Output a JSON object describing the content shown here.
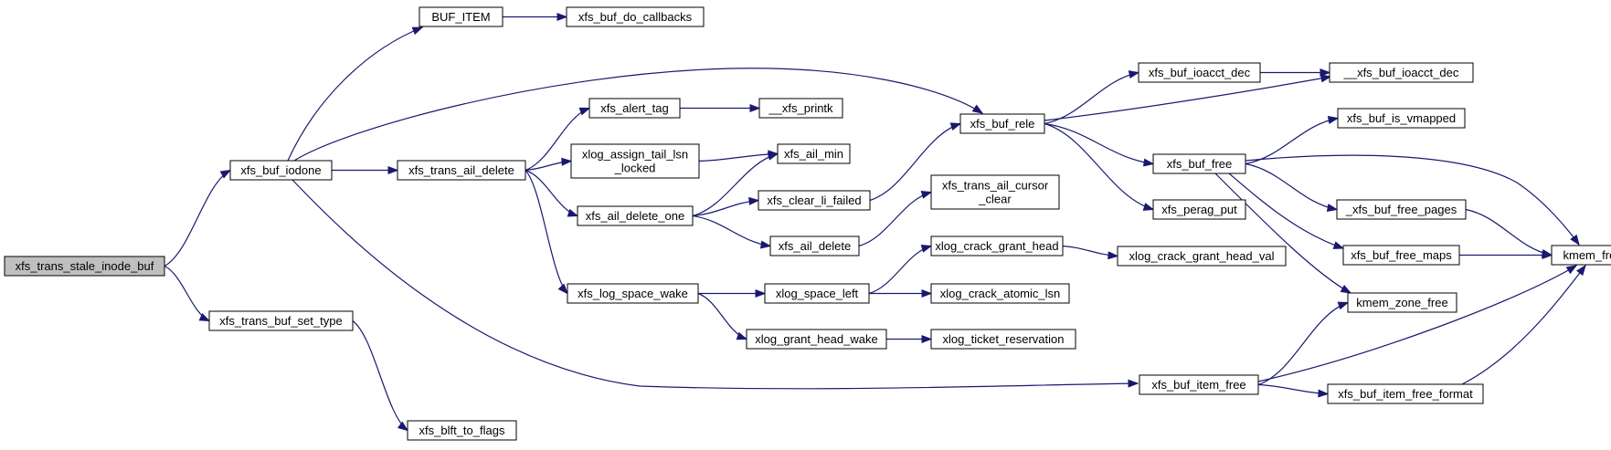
{
  "colors": {
    "edge": "#191970",
    "root_fill": "#bfbfbf",
    "node_fill": "#ffffff",
    "border": "#000000"
  },
  "nodes": [
    {
      "id": "n_root",
      "lines": [
        "xfs_trans_stale_inode_buf"
      ],
      "root": true
    },
    {
      "id": "n_buf_iodone",
      "lines": [
        "xfs_buf_iodone"
      ]
    },
    {
      "id": "n_set_type",
      "lines": [
        "xfs_trans_buf_set_type"
      ]
    },
    {
      "id": "n_blft",
      "lines": [
        "xfs_blft_to_flags"
      ]
    },
    {
      "id": "n_buf_item",
      "lines": [
        "BUF_ITEM"
      ]
    },
    {
      "id": "n_do_callbacks",
      "lines": [
        "xfs_buf_do_callbacks"
      ]
    },
    {
      "id": "n_ail_delete",
      "lines": [
        "xfs_trans_ail_delete"
      ]
    },
    {
      "id": "n_alert_tag",
      "lines": [
        "xfs_alert_tag"
      ]
    },
    {
      "id": "n_printk",
      "lines": [
        "__xfs_printk"
      ]
    },
    {
      "id": "n_assign_tail",
      "lines": [
        "xlog_assign_tail_lsn",
        "_locked"
      ]
    },
    {
      "id": "n_ail_min",
      "lines": [
        "xfs_ail_min"
      ]
    },
    {
      "id": "n_ail_delete_one",
      "lines": [
        "xfs_ail_delete_one"
      ]
    },
    {
      "id": "n_clear_li",
      "lines": [
        "xfs_clear_li_failed"
      ]
    },
    {
      "id": "n_ail_del",
      "lines": [
        "xfs_ail_delete"
      ]
    },
    {
      "id": "n_cursor_clear",
      "lines": [
        "xfs_trans_ail_cursor",
        "_clear"
      ]
    },
    {
      "id": "n_log_space_wake",
      "lines": [
        "xfs_log_space_wake"
      ]
    },
    {
      "id": "n_space_left",
      "lines": [
        "xlog_space_left"
      ]
    },
    {
      "id": "n_grant_head_wake",
      "lines": [
        "xlog_grant_head_wake"
      ]
    },
    {
      "id": "n_crack_grant",
      "lines": [
        "xlog_crack_grant_head"
      ]
    },
    {
      "id": "n_crack_grant_val",
      "lines": [
        "xlog_crack_grant_head_val"
      ]
    },
    {
      "id": "n_crack_atomic",
      "lines": [
        "xlog_crack_atomic_lsn"
      ]
    },
    {
      "id": "n_ticket_res",
      "lines": [
        "xlog_ticket_reservation"
      ]
    },
    {
      "id": "n_buf_rele",
      "lines": [
        "xfs_buf_rele"
      ]
    },
    {
      "id": "n_ioacct_dec",
      "lines": [
        "xfs_buf_ioacct_dec"
      ]
    },
    {
      "id": "n_uu_ioacct_dec",
      "lines": [
        "__xfs_buf_ioacct_dec"
      ]
    },
    {
      "id": "n_buf_free",
      "lines": [
        "xfs_buf_free"
      ]
    },
    {
      "id": "n_perag_put",
      "lines": [
        "xfs_perag_put"
      ]
    },
    {
      "id": "n_is_vmapped",
      "lines": [
        "xfs_buf_is_vmapped"
      ]
    },
    {
      "id": "n_free_pages",
      "lines": [
        "_xfs_buf_free_pages"
      ]
    },
    {
      "id": "n_free_maps",
      "lines": [
        "xfs_buf_free_maps"
      ]
    },
    {
      "id": "n_kmem_free",
      "lines": [
        "kmem_free"
      ]
    },
    {
      "id": "n_zone_free",
      "lines": [
        "kmem_zone_free"
      ]
    },
    {
      "id": "n_item_free",
      "lines": [
        "xfs_buf_item_free"
      ]
    },
    {
      "id": "n_item_free_format",
      "lines": [
        "xfs_buf_item_free_format"
      ]
    }
  ],
  "edges": [
    [
      "n_root",
      "n_buf_iodone"
    ],
    [
      "n_root",
      "n_set_type"
    ],
    [
      "n_set_type",
      "n_blft"
    ],
    [
      "n_buf_iodone",
      "n_buf_item"
    ],
    [
      "n_buf_item",
      "n_do_callbacks"
    ],
    [
      "n_buf_iodone",
      "n_buf_rele"
    ],
    [
      "n_buf_iodone",
      "n_ail_delete"
    ],
    [
      "n_buf_iodone",
      "n_item_free"
    ],
    [
      "n_ail_delete",
      "n_alert_tag"
    ],
    [
      "n_alert_tag",
      "n_printk"
    ],
    [
      "n_ail_delete",
      "n_assign_tail"
    ],
    [
      "n_assign_tail",
      "n_ail_min"
    ],
    [
      "n_ail_delete",
      "n_ail_delete_one"
    ],
    [
      "n_ail_delete",
      "n_log_space_wake"
    ],
    [
      "n_ail_delete_one",
      "n_ail_min"
    ],
    [
      "n_ail_delete_one",
      "n_clear_li"
    ],
    [
      "n_ail_delete_one",
      "n_ail_del"
    ],
    [
      "n_clear_li",
      "n_buf_rele"
    ],
    [
      "n_ail_del",
      "n_cursor_clear"
    ],
    [
      "n_log_space_wake",
      "n_space_left"
    ],
    [
      "n_log_space_wake",
      "n_grant_head_wake"
    ],
    [
      "n_space_left",
      "n_crack_grant"
    ],
    [
      "n_space_left",
      "n_crack_atomic"
    ],
    [
      "n_crack_grant",
      "n_crack_grant_val"
    ],
    [
      "n_grant_head_wake",
      "n_ticket_res"
    ],
    [
      "n_buf_rele",
      "n_ioacct_dec"
    ],
    [
      "n_buf_rele",
      "n_uu_ioacct_dec"
    ],
    [
      "n_ioacct_dec",
      "n_uu_ioacct_dec"
    ],
    [
      "n_buf_rele",
      "n_buf_free"
    ],
    [
      "n_buf_rele",
      "n_perag_put"
    ],
    [
      "n_buf_free",
      "n_is_vmapped"
    ],
    [
      "n_buf_free",
      "n_free_pages"
    ],
    [
      "n_buf_free",
      "n_free_maps"
    ],
    [
      "n_buf_free",
      "n_kmem_free"
    ],
    [
      "n_buf_free",
      "n_zone_free"
    ],
    [
      "n_free_pages",
      "n_kmem_free"
    ],
    [
      "n_free_maps",
      "n_kmem_free"
    ],
    [
      "n_item_free",
      "n_zone_free"
    ],
    [
      "n_item_free",
      "n_kmem_free"
    ],
    [
      "n_item_free",
      "n_item_free_format"
    ],
    [
      "n_item_free_format",
      "n_kmem_free"
    ]
  ]
}
